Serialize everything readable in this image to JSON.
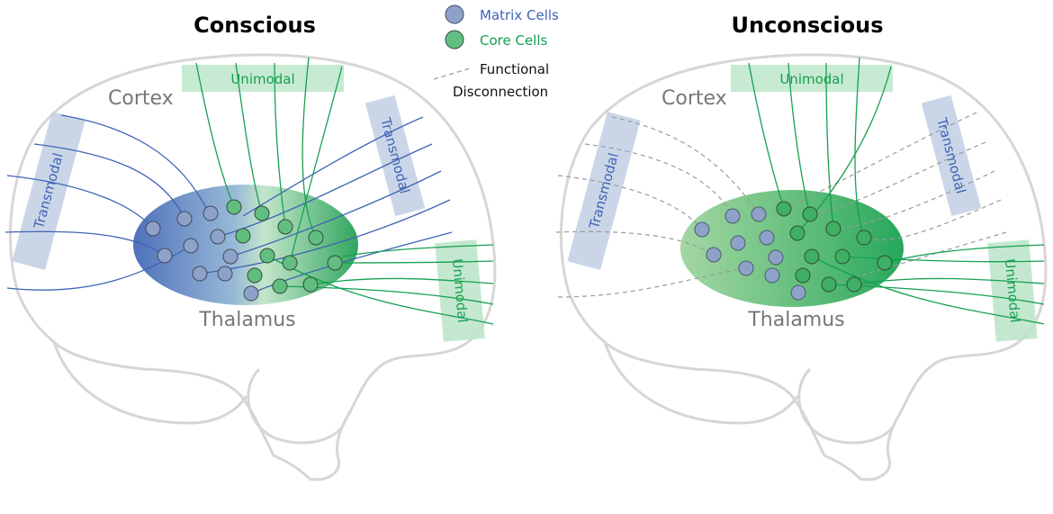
{
  "colors": {
    "matrix": "#3F64B4",
    "core": "#16A052",
    "matrix_fill": "#8EA2C9",
    "core_fill": "#62BE80",
    "transmodal_box": "#C4D1E6",
    "unimodal_box": "#BDE6CA",
    "dashed": "#9A9A9A",
    "outline": "#D6D6D6"
  },
  "legend": {
    "matrix_label": "Matrix Cells",
    "core_label": "Core Cells",
    "disconnection_label_1": "Functional",
    "disconnection_label_2": "Disconnection",
    "matrix_icon": "matrix-cell-icon",
    "core_icon": "core-cell-icon",
    "dash_icon": "dashed-line-icon"
  },
  "panels": [
    {
      "title": "Conscious",
      "cortex_label": "Cortex",
      "thalamus_label": "Thalamus",
      "unimodal_top": "Unimodal",
      "transmodal_left": "Transmodal",
      "transmodal_right": "Transmodal",
      "unimodal_right": "Unimodal"
    },
    {
      "title": "Unconscious",
      "cortex_label": "Cortex",
      "thalamus_label": "Thalamus",
      "unimodal_top": "Unimodal",
      "transmodal_left": "Transmodal",
      "transmodal_right": "Transmodal",
      "unimodal_right": "Unimodal"
    }
  ]
}
